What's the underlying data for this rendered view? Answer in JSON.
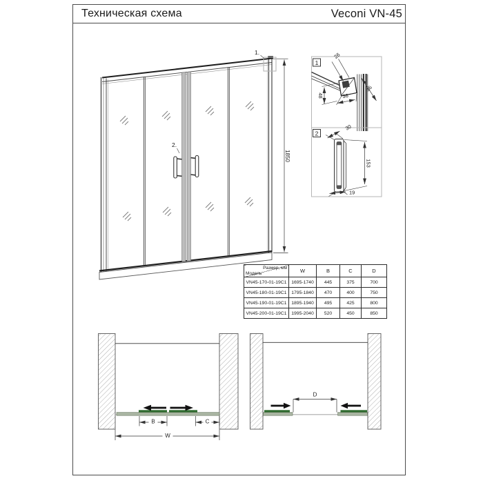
{
  "header": {
    "title": "Техническая схема",
    "brand": "Veconi VN-45"
  },
  "front_view": {
    "height_dim": "1850",
    "callout_top_rail": "1.",
    "callout_handle": "2."
  },
  "detail_1": {
    "label": "1",
    "dim_angle": "26",
    "dim_height": "48",
    "dim_width": "36",
    "dim_profile": "46"
  },
  "detail_2": {
    "label": "2",
    "dim_depth": "30",
    "dim_length": "153",
    "dim_width": "19"
  },
  "size_table": {
    "corner_top": "Размер, мм",
    "corner_bottom": "Модель",
    "columns": [
      "W",
      "B",
      "C",
      "D"
    ],
    "rows": [
      {
        "model": "VN45-170-01-19C1",
        "w": "1695-1740",
        "b": "445",
        "c": "375",
        "d": "700"
      },
      {
        "model": "VN45-180-01-19C1",
        "w": "1795-1840",
        "b": "470",
        "c": "400",
        "d": "750"
      },
      {
        "model": "VN45-190-01-19C1",
        "w": "1895-1940",
        "b": "495",
        "c": "425",
        "d": "800"
      },
      {
        "model": "VN45-200-01-19C1",
        "w": "1995-2040",
        "b": "520",
        "c": "450",
        "d": "850"
      }
    ]
  },
  "plan_closed": {
    "dim_b": "B",
    "dim_c": "C",
    "dim_w": "W"
  },
  "plan_open": {
    "dim_d": "D"
  },
  "colors": {
    "panel_green": "#2f6b2f",
    "panel_sage": "#a9b5a2"
  }
}
